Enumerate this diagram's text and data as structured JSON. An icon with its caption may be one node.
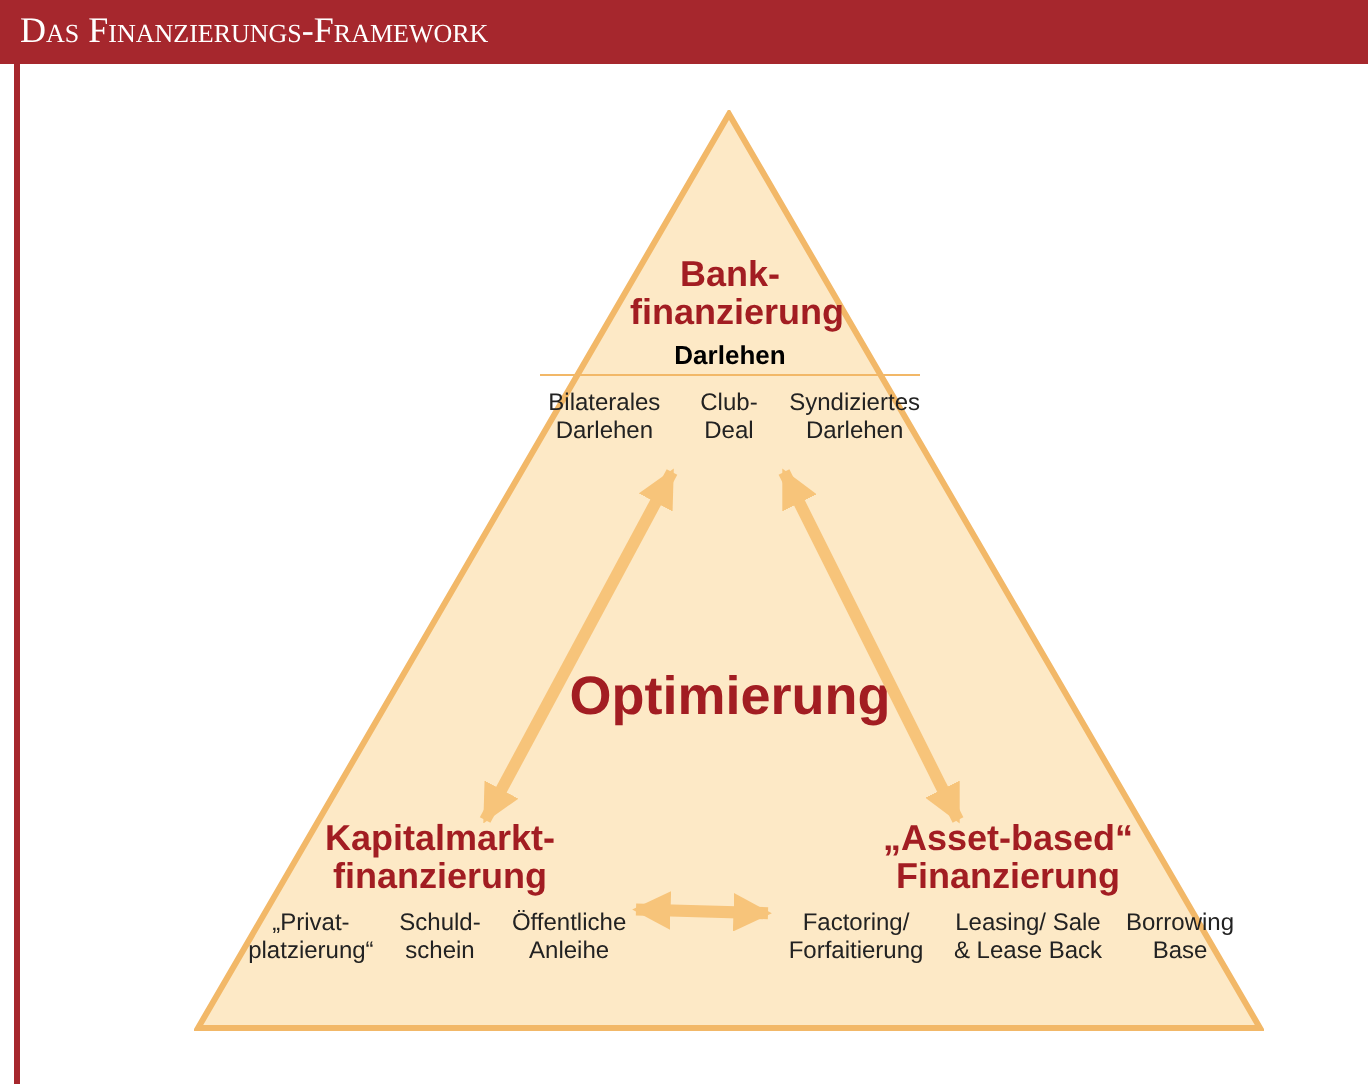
{
  "diagram": {
    "title": "Das Finanzierungs-Framework",
    "nodes": [
      {
        "text": [],
        "shape": "triangle"
      },
      {
        "text": [
          "Bank- finanzierung",
          "Darlehen",
          "Bilaterales Darlehen",
          "Club- Deal",
          "Syndiziertes Darlehen"
        ],
        "in": 0
      },
      {
        "text": [
          "Optimierung"
        ],
        "in": 0
      },
      {
        "text": [
          "Kapitalmarkt- finanzierung",
          "„Privat- platzierung“",
          "Schuld- schein",
          "Öffentliche Anleihe"
        ],
        "in": 0
      },
      {
        "text": [
          "„Asset-based“ Finanzierung",
          "Factoring/ Forfaitierung",
          "Leasing/ Sale & Lease Back",
          "Borrowing Base"
        ],
        "in": 0
      }
    ],
    "edges": [
      {
        "from": 1,
        "to": 3,
        "arrow": "both"
      },
      {
        "from": 1,
        "to": 4,
        "arrow": "both"
      },
      {
        "from": 3,
        "to": 4,
        "arrow": "both"
      }
    ]
  }
}
